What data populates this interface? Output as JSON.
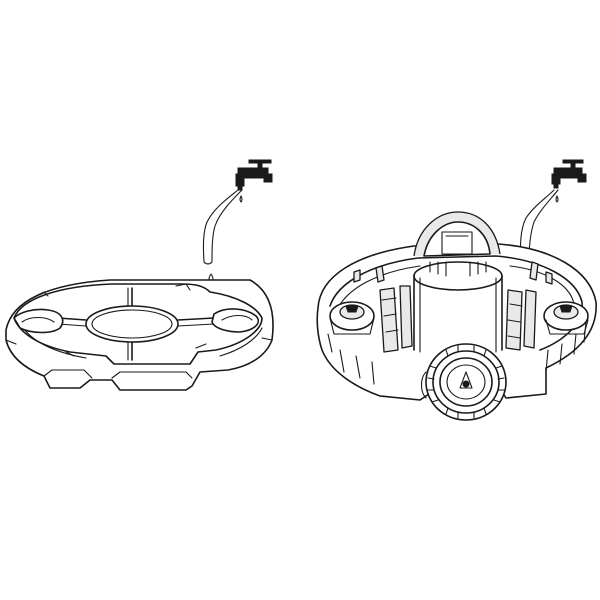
{
  "figure": {
    "panels": [
      {
        "id": "tray",
        "icons": [
          "faucet-icon",
          "water-stream",
          "water-drop-icon"
        ]
      },
      {
        "id": "base",
        "icons": [
          "faucet-icon",
          "water-stream",
          "water-drop-icon"
        ]
      }
    ],
    "colors": {
      "line": "#1a1a1a",
      "background": "#ffffff",
      "shade": "#e9e9e9"
    }
  }
}
